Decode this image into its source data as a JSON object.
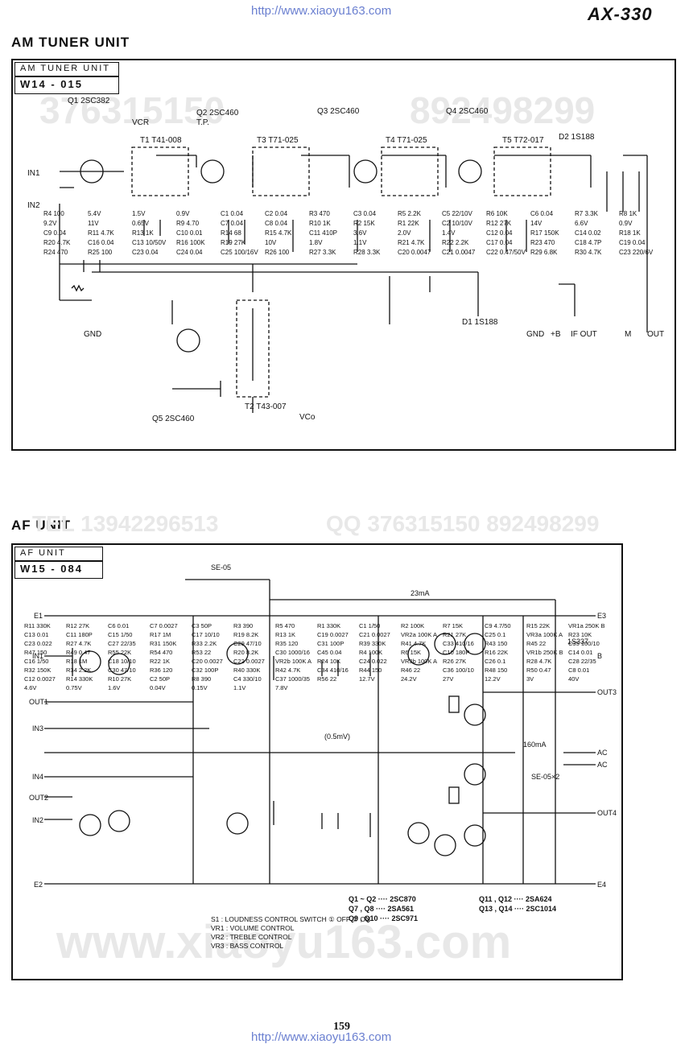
{
  "header": {
    "url_top": "http://www.xiaoyu163.com",
    "model": "AX-330"
  },
  "am": {
    "title": "AM TUNER UNIT",
    "box_title": "AM TUNER UNIT",
    "box_code": "W14 - 015",
    "watermark1": "376315150",
    "watermark2": "892498299",
    "transistors": [
      {
        "ref": "Q1 2SC382"
      },
      {
        "ref": "Q2 2SC460"
      },
      {
        "ref": "Q3 2SC460"
      },
      {
        "ref": "Q4 2SC460"
      },
      {
        "ref": "Q5 2SC460"
      }
    ],
    "coils": {
      "t1": "T1 T41-008",
      "t2": "T2 T43-007",
      "t3": "T3 T71-025",
      "t4": "T4 T71-025",
      "t5": "T5 T72-017"
    },
    "diodes": {
      "d1": "D1 1S188",
      "d2": "D2 1S188"
    },
    "terminals": {
      "in1": "IN1",
      "in2": "IN2",
      "vcr": "VCR",
      "tp": "T.P.",
      "gnd": "GND",
      "vco": "VCo",
      "gnd10": "GND",
      "b9": "+B",
      "if11": "IF OUT",
      "m": "M",
      "out8": "OUT"
    },
    "parts": [
      "R4 100",
      "5.4V",
      "1.5V",
      "0.9V",
      "C1 0.04",
      "C2 0.04",
      "R3 470",
      "C3 0.04",
      "R5 2.2K",
      "C5 22/10V",
      "R6 10K",
      "C6 0.04",
      "R7 3.3K",
      "R8 1K",
      "9.2V",
      "11V",
      "0.65V",
      "R9 4.70",
      "C7 0.04",
      "C8 0.04",
      "R10 1K",
      "R2 15K",
      "R1 22K",
      "C2 10/10V",
      "R12 27K",
      "14V",
      "6.6V",
      "0.9V",
      "C9 0.04",
      "R11 4.7K",
      "R13 1K",
      "C10 0.01",
      "R14 68",
      "R15 4.7K",
      "C11 410P",
      "3.6V",
      "2.0V",
      "1.4V",
      "C12 0.04",
      "R17 150K",
      "C14 0.02",
      "R18 1K",
      "R20 4.7K",
      "C16 0.04",
      "C13 10/50V",
      "R16 100K",
      "R19 27K",
      "10V",
      "1.8V",
      "1.1V",
      "R21 4.7K",
      "R22 2.2K",
      "C17 0.04",
      "R23 470",
      "C18 4.7P",
      "C19 0.04",
      "R24 470",
      "R25 100",
      "C23 0.04",
      "C24 0.04",
      "C25 100/16V",
      "R26 100",
      "R27 3.3K",
      "R28 3.3K",
      "C20 0.0047",
      "C21 0.0047",
      "C22 0.47/50V",
      "R29 6.8K",
      "R30 4.7K",
      "C23 220/6V"
    ]
  },
  "af": {
    "title": "AF UNIT",
    "box_title": "AF UNIT",
    "box_code": "W15 - 084",
    "watermark_tel": "TEL 13942296513",
    "watermark_qq": "QQ 376315150 892498299",
    "watermark_site": "www.xiaoyu163.com",
    "switch_ref": "SE-05",
    "switch_ref2": "SE-05×2",
    "current1": "23mA",
    "current2": "160mA",
    "voltage_rail": "(0.5mV)",
    "diode_ref": "1S337",
    "terminals": {
      "e1": "E1",
      "e2": "E2",
      "e3": "E3",
      "e4": "E4",
      "in1": "IN1",
      "in2": "IN2",
      "in3": "IN3",
      "in4": "IN4",
      "out1": "OUT1",
      "out2": "OUT2",
      "out3": "OUT3",
      "out4": "OUT4",
      "b": "B",
      "ac1": "AC",
      "ac2": "AC"
    },
    "parts": [
      "R11 330K",
      "R12 27K",
      "C6 0.01",
      "C7 0.0027",
      "C3 50P",
      "R3 390",
      "R5 470",
      "R1 330K",
      "C1 1/50",
      "R2 100K",
      "R7 15K",
      "C9 4.7/50",
      "R15 22K",
      "VR1a 250K B",
      "C13 0.01",
      "C11 180P",
      "C15 1/50",
      "R17 1M",
      "C17 10/10",
      "R19 8.2K",
      "R13 1K",
      "C19 0.0027",
      "C21 0.0027",
      "VR2a 100K A",
      "R21 27K",
      "C25 0.1",
      "VR3a 100K A",
      "R23 10K",
      "C23 0.022",
      "R27 4.7K",
      "C27 22/35",
      "R31 150K",
      "R33 2.2K",
      "C29 47/10",
      "R35 120",
      "C31 100P",
      "R39 330K",
      "R41 4.7K",
      "C33 410/16",
      "R43 150",
      "R45 22",
      "C35 100/10",
      "R47 150",
      "R49 0.47",
      "R55 22K",
      "R54 470",
      "R53 22",
      "R20 8.2K",
      "C30 1000/16",
      "C45 0.04",
      "R4 100K",
      "R6 15K",
      "C10 180P",
      "R16 22K",
      "VR1b 250K B",
      "C14 0.01",
      "C16 1/50",
      "R18 1M",
      "C18 10/10",
      "R22 1K",
      "C20 0.0027",
      "C22 0.0027",
      "VR2b 100K A",
      "R24 10K",
      "C24 0.022",
      "VR3b 100K A",
      "R26 27K",
      "C26 0.1",
      "R28 4.7K",
      "C28 22/35",
      "R32 150K",
      "R34 2.2K",
      "C30 47/10",
      "R36 120",
      "C32 100P",
      "R40 330K",
      "R42 4.7K",
      "C34 410/16",
      "R44 150",
      "R46 22",
      "C36 100/10",
      "R48 150",
      "R50 0.47",
      "C8 0.01",
      "C12 0.0027",
      "R14 330K",
      "R10 27K",
      "C2 50P",
      "R8 390",
      "C4 330/10",
      "C37 1000/35",
      "R56 22",
      "12.7V",
      "24.2V",
      "27V",
      "12.2V",
      "3V",
      "40V",
      "4.6V",
      "0.75V",
      "1.6V",
      "0.04V",
      "0.15V",
      "1.1V",
      "7.8V"
    ],
    "legend": [
      {
        "left": "Q1 ~ Q2 ···· 2SC870",
        "right": "Q11 , Q12 ···· 2SA624"
      },
      {
        "left": "Q7 , Q8 ···· 2SA561",
        "right": "Q13 , Q14 ···· 2SC1014"
      },
      {
        "left": "Q9 , Q10 ···· 2SC971",
        "right": ""
      }
    ],
    "notes": [
      "S1 : LOUDNESS CONTROL SWITCH ① OFF ② ON",
      "VR1 : VOLUME CONTROL",
      "VR2 : TREBLE CONTROL",
      "VR3 : BASS CONTROL"
    ]
  },
  "footer": {
    "page": "159",
    "url_bottom": "http://www.xiaoyu163.com"
  }
}
